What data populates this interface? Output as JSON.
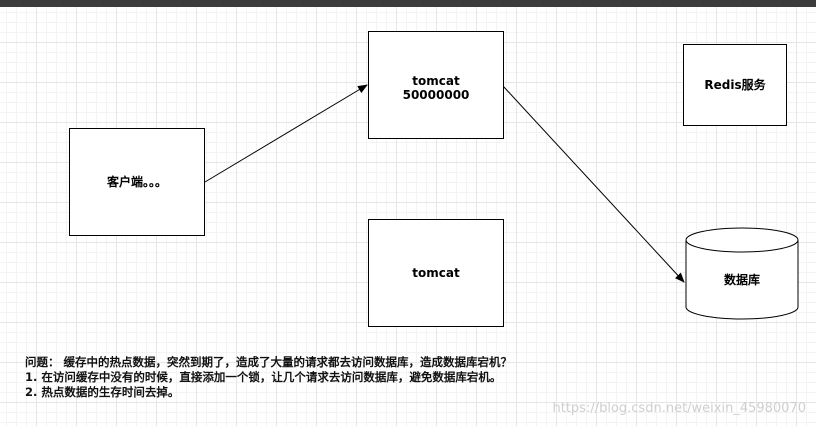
{
  "nodes": {
    "client": "客户端。。。",
    "tomcat_top": "tomcat\n50000000",
    "redis": "Redis服务",
    "tomcat_bottom": "tomcat",
    "database": "数据库"
  },
  "caption": {
    "line1": "问题： 缓存中的热点数据，突然到期了，造成了大量的请求都去访问数据库，造成数据库宕机？",
    "line2": "1. 在访问缓存中没有的时候，直接添加一个锁，让几个请求去访问数据库，避免数据库宕机。",
    "line3": "2. 热点数据的生存时间去掉。"
  },
  "watermark": "https://blog.csdn.net/weixin_45980070",
  "colors": {
    "stroke": "#000000",
    "grid": "#e6e6e6",
    "topbar": "#3c3c3c"
  }
}
